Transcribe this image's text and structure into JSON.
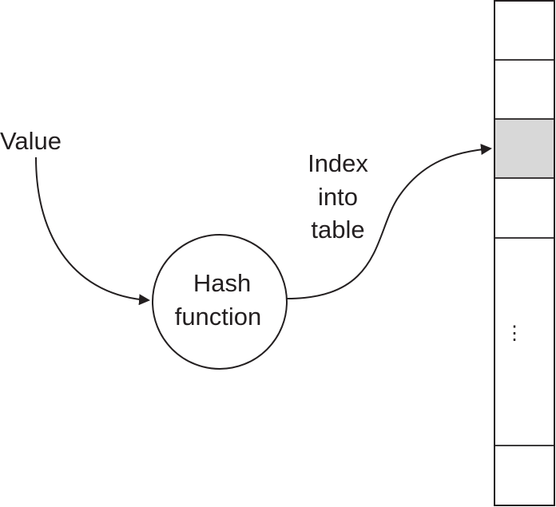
{
  "labels": {
    "input": "Value",
    "hash_function_line1": "Hash",
    "hash_function_line2": "function",
    "index_line1": "Index",
    "index_line2": "into",
    "index_line3": "table"
  },
  "table": {
    "ellipsis": "⋮",
    "highlighted_slot_color": "#d8d8d8"
  },
  "colors": {
    "stroke": "#231f20",
    "background": "#ffffff"
  }
}
